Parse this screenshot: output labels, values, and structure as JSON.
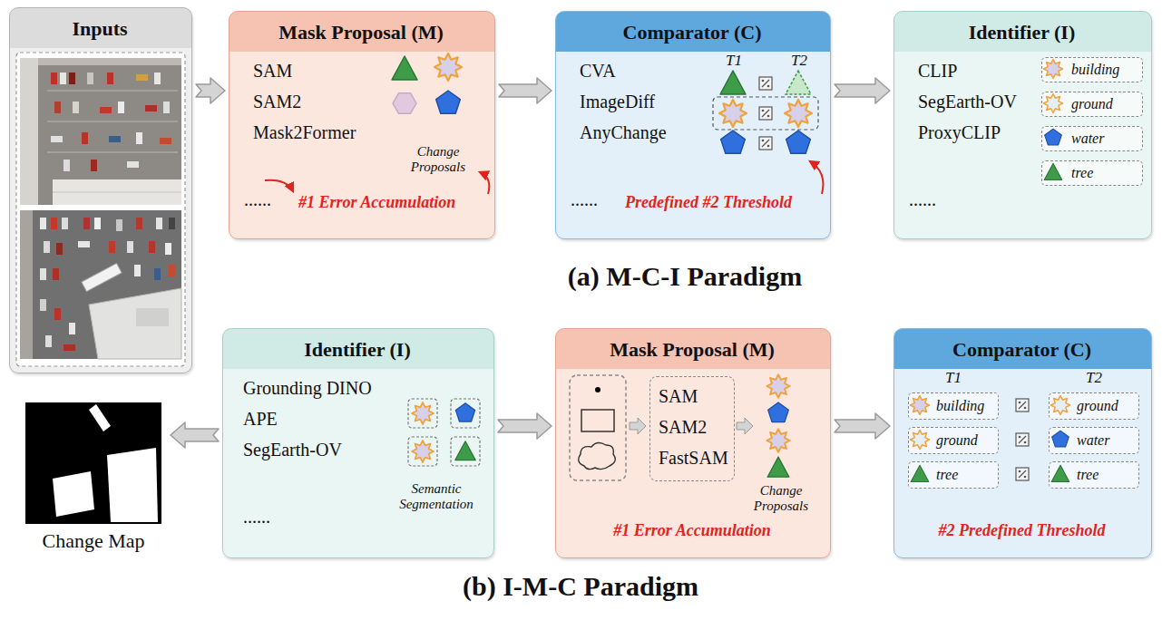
{
  "diagram": {
    "nodes": [
      {
        "text": [
          "Inputs"
        ]
      },
      {
        "text": [
          "Mask Proposal (M)",
          "SAM",
          "SAM2",
          "Mask2Former",
          "......",
          "Change Proposals",
          "#1 Error Accumulation"
        ]
      },
      {
        "text": [
          "Comparator (C)",
          "CVA",
          "ImageDiff",
          "AnyChange",
          "......",
          "T1",
          "T2",
          "Predefined #2 Threshold"
        ]
      },
      {
        "text": [
          "Identifier (I)",
          "CLIP",
          "SegEarth-OV",
          "ProxyCLIP",
          "......"
        ]
      },
      {
        "text": [
          "building"
        ],
        "in": 3
      },
      {
        "text": [
          "ground"
        ],
        "in": 3
      },
      {
        "text": [
          "water"
        ],
        "in": 3
      },
      {
        "text": [
          "tree"
        ],
        "in": 3
      },
      {
        "text": [
          "Change Map"
        ]
      },
      {
        "text": [
          "Identifier (I)",
          "Grounding DINO",
          "APE",
          "SegEarth-OV",
          "......",
          "Semantic Segmentation"
        ]
      },
      {
        "text": [
          "Mask Proposal (M)",
          "Change Proposals",
          "#1 Error Accumulation"
        ]
      },
      {
        "text": [
          "SAM",
          "SAM2",
          "FastSAM"
        ],
        "in": 10
      },
      {
        "text": [
          "Comparator (C)",
          "T1",
          "T2",
          "#2 Predefined Threshold"
        ]
      },
      {
        "text": [
          "building"
        ],
        "in": 12
      },
      {
        "text": [
          "ground"
        ],
        "in": 12
      },
      {
        "text": [
          "ground"
        ],
        "in": 12
      },
      {
        "text": [
          "water"
        ],
        "in": 12
      },
      {
        "text": [
          "tree"
        ],
        "in": 12
      },
      {
        "text": [
          "tree"
        ],
        "in": 12
      }
    ],
    "edges": [
      {
        "from": 0,
        "to": 1,
        "arrow": "to"
      },
      {
        "from": 1,
        "to": 2,
        "arrow": "to"
      },
      {
        "from": 2,
        "to": 3,
        "arrow": "to"
      },
      {
        "from": 9,
        "to": 10,
        "arrow": "to"
      },
      {
        "from": 10,
        "to": 12,
        "arrow": "to"
      },
      {
        "from": 9,
        "to": 8,
        "arrow": "to"
      }
    ],
    "labels": [
      "(a) M-C-I Paradigm",
      "(b) I-M-C Paradigm"
    ]
  }
}
